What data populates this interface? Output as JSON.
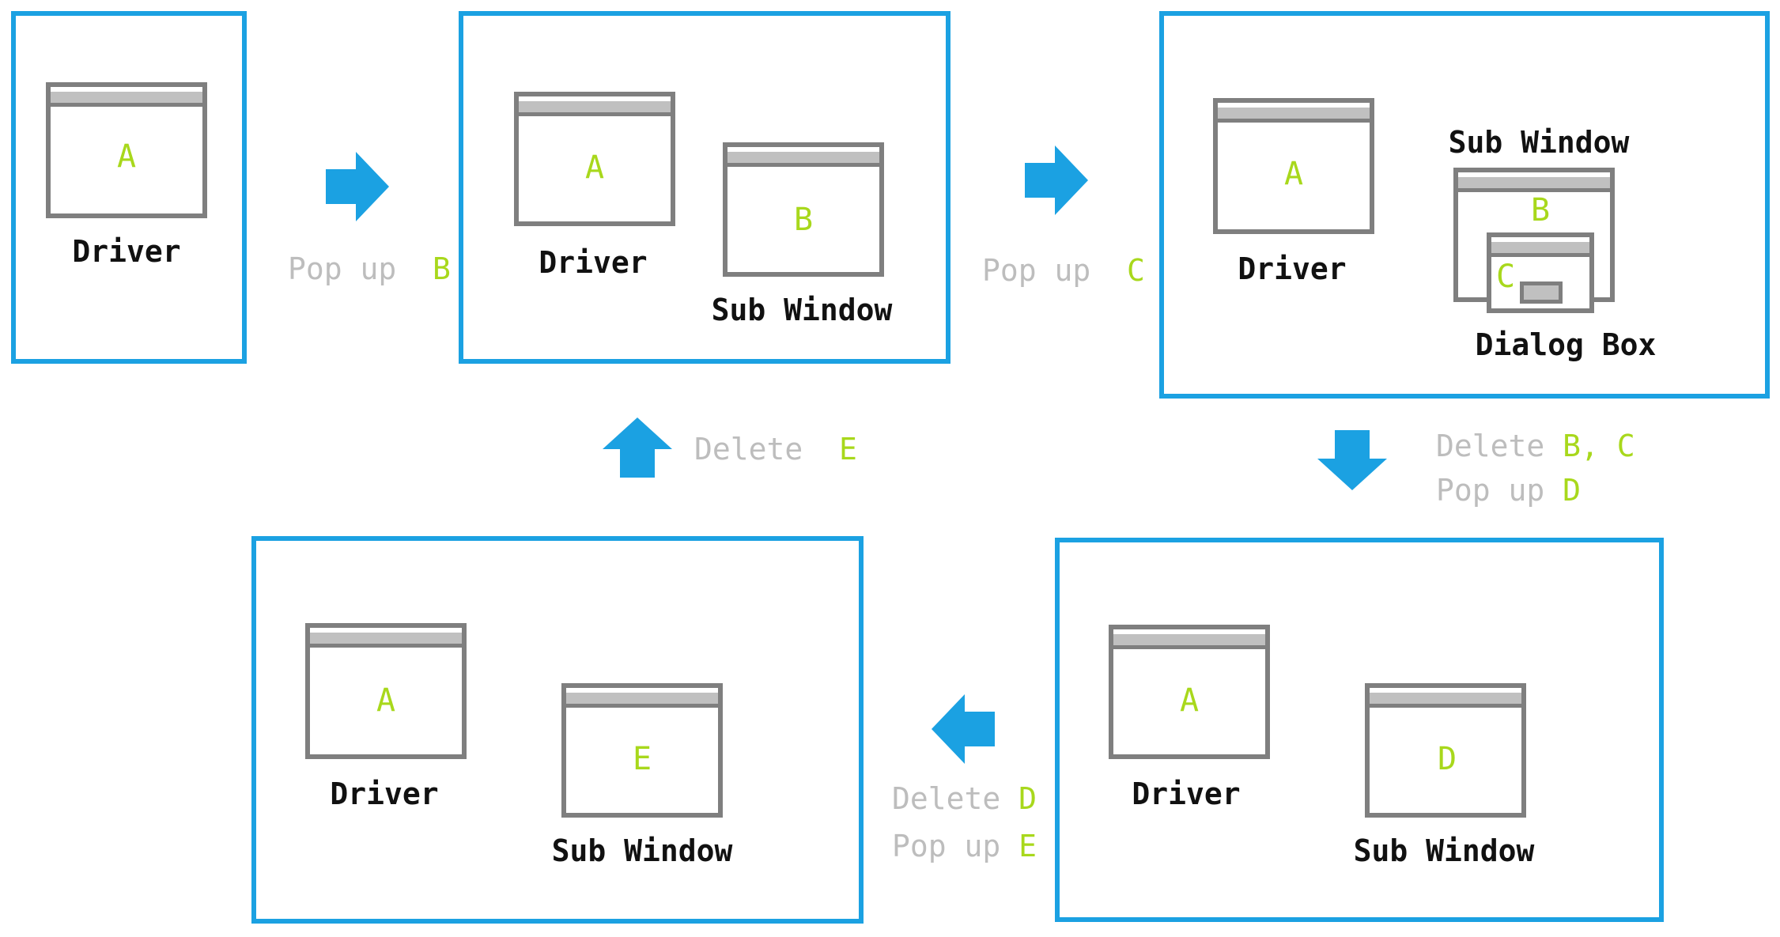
{
  "colors": {
    "frame": "#1ba1e2",
    "window": "#7f7f7f",
    "titlebar": "#c0c0c0",
    "letter": "#a8d81c",
    "verb": "#bdbdbd",
    "arrow": "#1ba1e2"
  },
  "stages": [
    {
      "driver": {
        "letter": "A",
        "label": "Driver"
      }
    },
    {
      "driver": {
        "letter": "A",
        "label": "Driver"
      },
      "sub": {
        "letter": "B",
        "label": "Sub Window"
      }
    },
    {
      "driver": {
        "letter": "A",
        "label": "Driver"
      },
      "sub": {
        "letter": "B",
        "label": "Sub Window"
      },
      "dialog": {
        "letter": "C",
        "label": "Dialog Box"
      }
    },
    {
      "driver": {
        "letter": "A",
        "label": "Driver"
      },
      "sub": {
        "letter": "D",
        "label": "Sub Window"
      }
    },
    {
      "driver": {
        "letter": "A",
        "label": "Driver"
      },
      "sub": {
        "letter": "E",
        "label": "Sub Window"
      }
    }
  ],
  "actions": {
    "a1": {
      "verb": "Pop up",
      "target": "B"
    },
    "a2": {
      "verb": "Pop up",
      "target": "C"
    },
    "a3": {
      "verb1": "Delete",
      "target1": "B, C",
      "verb2": "Pop up",
      "target2": "D"
    },
    "a4": {
      "verb1": "Delete",
      "target1": "D",
      "verb2": "Pop up",
      "target2": "E"
    },
    "a5": {
      "verb": "Delete",
      "target": "E"
    }
  }
}
